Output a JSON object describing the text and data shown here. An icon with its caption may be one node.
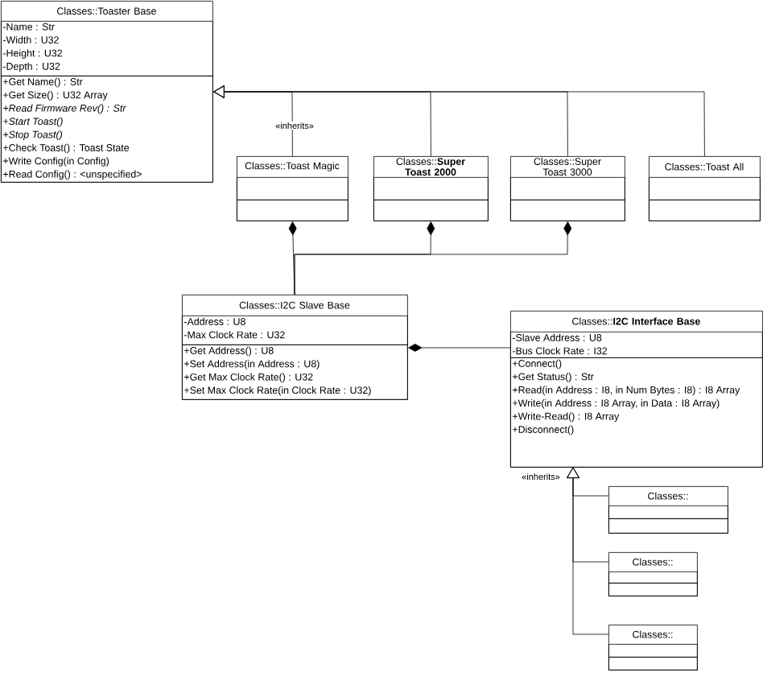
{
  "diagram": {
    "nodes": [
      {
        "text": [
          "Classes::Toaster Base"
        ]
      },
      {
        "text": [
          "-Name : Str",
          "-Width : U32",
          "-Height : U32",
          "-Depth : U32"
        ],
        "in": 0
      },
      {
        "text": [
          "+Get Name() : Str",
          "+Get Size() : U32 Array",
          "*+Read Firmware Rev() : Str*",
          "*+Start Toast()*",
          "*+Stop Toast()*",
          "+Check Toast() : Toast State",
          "+Write Config(in Config)",
          "+Read Config() : <unspecified>"
        ],
        "in": 0
      },
      {
        "text": [
          "Classes::Toast Magic"
        ]
      },
      {
        "text": [],
        "shape": "box",
        "in": 3
      },
      {
        "text": [],
        "shape": "box",
        "in": 3
      },
      {
        "text": [
          "Classes::**Super Toast 2000**"
        ]
      },
      {
        "text": [],
        "shape": "box",
        "in": 6
      },
      {
        "text": [],
        "shape": "box",
        "in": 6
      },
      {
        "text": [
          "Classes::Super Toast 3000"
        ]
      },
      {
        "text": [],
        "shape": "box",
        "in": 9
      },
      {
        "text": [],
        "shape": "box",
        "in": 9
      },
      {
        "text": [
          "Classes::Toast All"
        ]
      },
      {
        "text": [],
        "shape": "box",
        "in": 12
      },
      {
        "text": [],
        "shape": "box",
        "in": 12
      },
      {
        "text": [
          "Classes::I2C Slave Base"
        ]
      },
      {
        "text": [
          "-Address : U8",
          "-Max Clock Rate : U32"
        ],
        "in": 15
      },
      {
        "text": [
          "+Get Address() : U8",
          "+Set Address(in Address : U8)",
          "+Get Max Clock Rate() : U32",
          "+Set Max Clock Rate(in Clock Rate : U32)"
        ],
        "in": 15
      },
      {
        "text": [
          "Classes::**I2C Interface Base**"
        ]
      },
      {
        "text": [
          "-Slave Address : U8",
          "-Bus Clock Rate : I32"
        ],
        "in": 18
      },
      {
        "text": [
          "+Connect()",
          "+Get Status() : Str",
          "+Read(in Address : I8, in Num Bytes : I8) : I8 Array",
          "+Write(in Address : I8 Array, in Data : I8 Array)",
          "+Write-Read() : I8 Array",
          "+Disconnect()"
        ],
        "in": 18
      },
      {
        "text": [
          "Classes::"
        ]
      },
      {
        "text": [],
        "shape": "box",
        "in": 21
      },
      {
        "text": [],
        "shape": "box",
        "in": 21
      },
      {
        "text": [
          "Classes::"
        ]
      },
      {
        "text": [],
        "shape": "box",
        "in": 24
      },
      {
        "text": [],
        "shape": "box",
        "in": 24
      },
      {
        "text": [
          "Classes::"
        ]
      },
      {
        "text": [],
        "shape": "box",
        "in": 27
      },
      {
        "text": [],
        "shape": "box",
        "in": 27
      }
    ],
    "edges": [
      {
        "from": 3,
        "to": 0,
        "arrow": "to",
        "label": "«inherits»"
      },
      {
        "from": 6,
        "to": 0,
        "arrow": "to"
      },
      {
        "from": 9,
        "to": 0,
        "arrow": "to"
      },
      {
        "from": 12,
        "to": 0,
        "arrow": "to"
      },
      {
        "from": 15,
        "to": 3,
        "arrow": "other"
      },
      {
        "from": 15,
        "to": 6,
        "arrow": "other"
      },
      {
        "from": 15,
        "to": 9,
        "arrow": "other"
      },
      {
        "from": 18,
        "to": 15,
        "arrow": "other"
      },
      {
        "from": 21,
        "to": 18,
        "arrow": "to",
        "label": "«inherits»"
      },
      {
        "from": 24,
        "to": 18,
        "arrow": "to"
      },
      {
        "from": 27,
        "to": 18,
        "arrow": "to"
      }
    ]
  }
}
